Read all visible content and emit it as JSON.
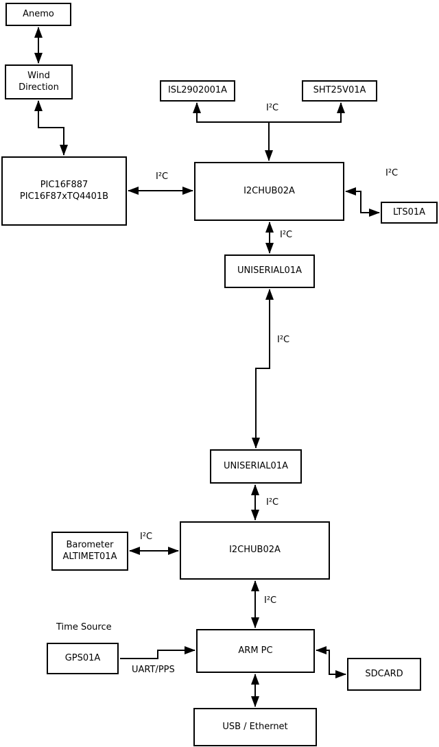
{
  "diagram": {
    "nodes": {
      "anemo": {
        "label": "Anemo"
      },
      "wind_direction": {
        "line1": "Wind",
        "line2": "Direction"
      },
      "pic": {
        "line1": "PIC16F887",
        "line2": "PIC16F87xTQ4401B"
      },
      "isl": {
        "label": "ISL2902001A"
      },
      "sht": {
        "label": "SHT25V01A"
      },
      "i2c_hub_top": {
        "label": "I2CHUB02A"
      },
      "lts": {
        "label": "LTS01A"
      },
      "uniserial_top": {
        "label": "UNISERIAL01A"
      },
      "uniserial_bottom": {
        "label": "UNISERIAL01A"
      },
      "i2c_hub_bottom": {
        "label": "I2CHUB02A"
      },
      "barometer": {
        "line1": "Barometer",
        "line2": "ALTIMET01A"
      },
      "gps": {
        "label": "GPS01A"
      },
      "arm_pc": {
        "label": "ARM PC"
      },
      "sdcard": {
        "label": "SDCARD"
      },
      "usb_ethernet": {
        "label": "USB / Ethernet"
      }
    },
    "edge_labels": {
      "i2c": "I²C",
      "uart_pps": "UART/PPS",
      "time_source": "Time Source"
    },
    "colors": {
      "line": "#000000",
      "box_border": "#000000",
      "box_fill": "#ffffff",
      "background": "#ffffff",
      "text": "#000000"
    }
  }
}
